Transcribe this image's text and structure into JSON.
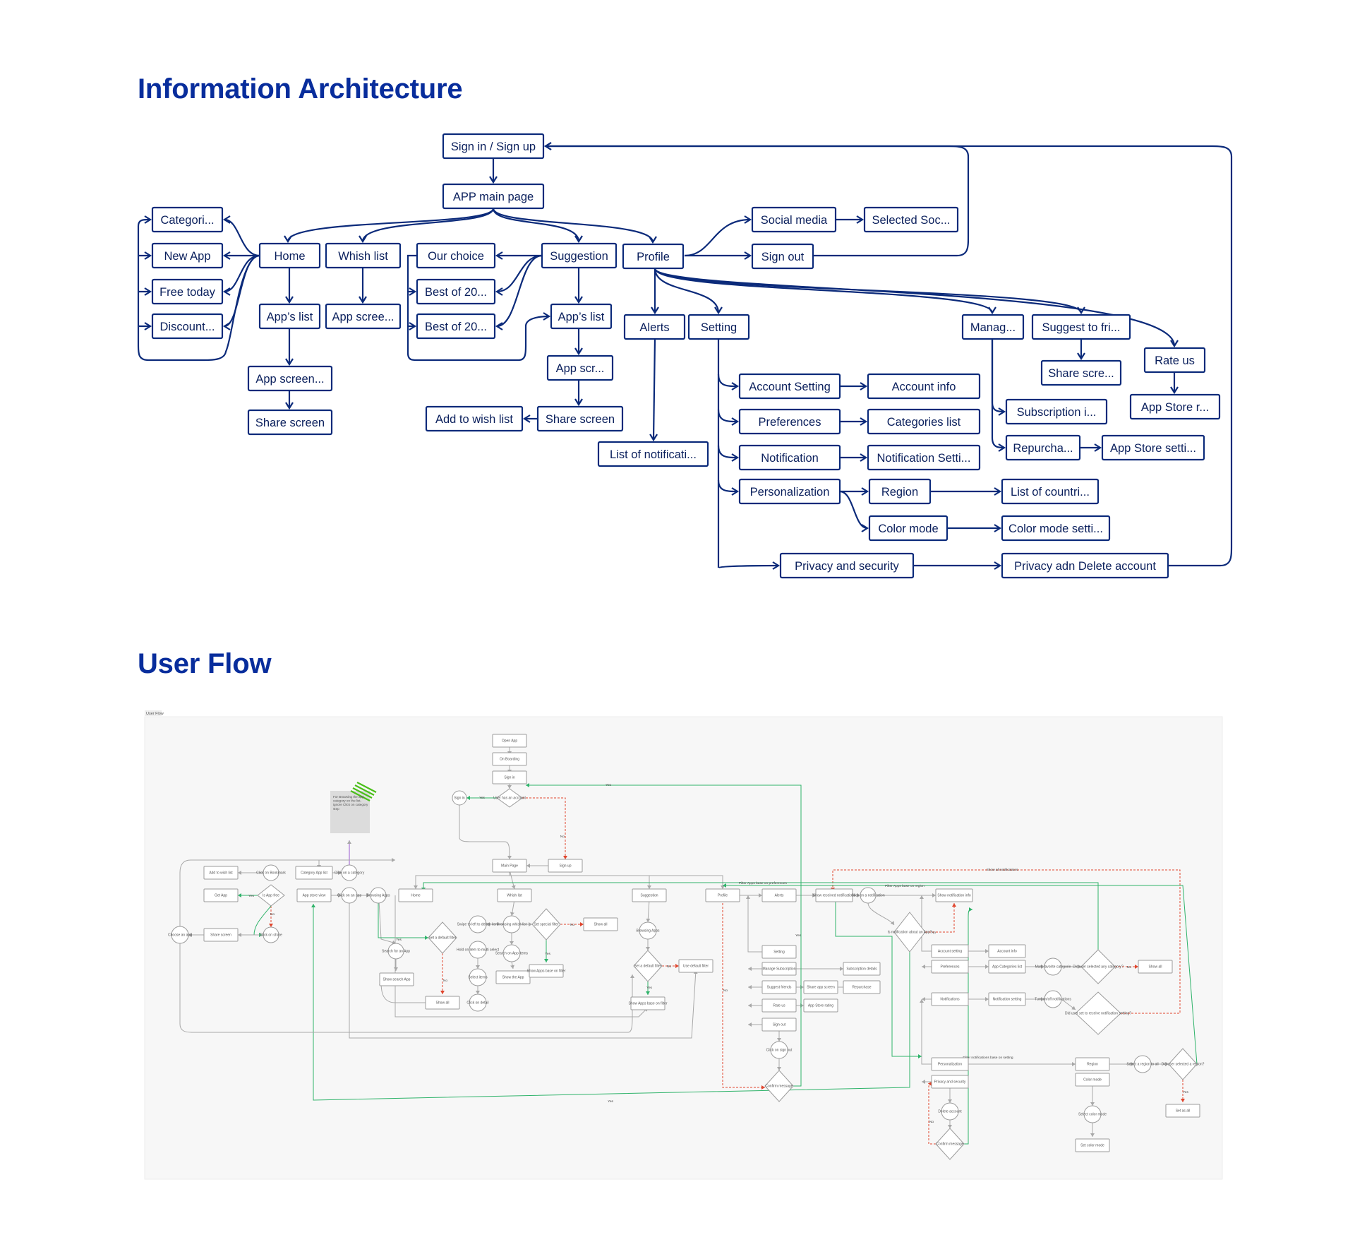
{
  "titles": {
    "ia": "Information Architecture",
    "uf": "User Flow"
  },
  "colors": {
    "title": "#082d9c",
    "ia_stroke": "#0b2a7a",
    "uf_background": "#f7f7f7",
    "uf_green": "#2fb36a",
    "uf_red": "#e0452d",
    "uf_gray": "#a8a8a8",
    "uf_purple": "#9b59d0",
    "sticky_note": "#dcdcdc",
    "sticky_stripes": "#4bbf1a"
  },
  "ia": {
    "nodes": [
      {
        "id": "signin",
        "label": "Sign in / Sign up"
      },
      {
        "id": "main",
        "label": "APP main page"
      },
      {
        "id": "home",
        "label": "Home"
      },
      {
        "id": "wish",
        "label": "Whish list"
      },
      {
        "id": "ourchoice",
        "label": "Our choice"
      },
      {
        "id": "suggestion",
        "label": "Suggestion"
      },
      {
        "id": "profile",
        "label": "Profile"
      },
      {
        "id": "categori",
        "label": "Categori..."
      },
      {
        "id": "newapp",
        "label": "New App"
      },
      {
        "id": "freetoday",
        "label": "Free today"
      },
      {
        "id": "discount",
        "label": "Discount..."
      },
      {
        "id": "appslist1",
        "label": "App’s list"
      },
      {
        "id": "appscree1",
        "label": "App scree..."
      },
      {
        "id": "appscreen2",
        "label": "App screen..."
      },
      {
        "id": "share1",
        "label": "Share screen"
      },
      {
        "id": "best1",
        "label": "Best of 20..."
      },
      {
        "id": "best2",
        "label": "Best of 20..."
      },
      {
        "id": "appslist2",
        "label": "App’s list"
      },
      {
        "id": "appscr3",
        "label": "App scr..."
      },
      {
        "id": "share2",
        "label": "Share screen"
      },
      {
        "id": "addwish",
        "label": "Add to wish list"
      },
      {
        "id": "alerts",
        "label": "Alerts"
      },
      {
        "id": "setting",
        "label": "Setting"
      },
      {
        "id": "notiflist",
        "label": "List of notificati..."
      },
      {
        "id": "social",
        "label": "Social media"
      },
      {
        "id": "selsoc",
        "label": "Selected Soc..."
      },
      {
        "id": "signout",
        "label": "Sign out"
      },
      {
        "id": "manag",
        "label": "Manag..."
      },
      {
        "id": "suggestfri",
        "label": "Suggest to fri..."
      },
      {
        "id": "sharescre",
        "label": "Share scre..."
      },
      {
        "id": "rateus",
        "label": "Rate us"
      },
      {
        "id": "appstorer",
        "label": "App Store r..."
      },
      {
        "id": "subscr",
        "label": "Subscription i..."
      },
      {
        "id": "repurch",
        "label": "Repurcha..."
      },
      {
        "id": "appstoreset",
        "label": "App Store setti..."
      },
      {
        "id": "accset",
        "label": "Account Setting"
      },
      {
        "id": "accinfo",
        "label": "Account info"
      },
      {
        "id": "prefs",
        "label": "Preferences"
      },
      {
        "id": "catlist",
        "label": "Categories list"
      },
      {
        "id": "notif",
        "label": "Notification"
      },
      {
        "id": "notifset",
        "label": "Notification Setti..."
      },
      {
        "id": "personal",
        "label": "Personalization"
      },
      {
        "id": "region",
        "label": "Region"
      },
      {
        "id": "countries",
        "label": "List of countri..."
      },
      {
        "id": "colormode",
        "label": "Color mode"
      },
      {
        "id": "colormodeset",
        "label": "Color mode setti..."
      },
      {
        "id": "privacy",
        "label": "Privacy and security"
      },
      {
        "id": "privdel",
        "label": "Privacy adn Delete account"
      }
    ]
  },
  "uf": {
    "frame_label": "User Flow",
    "sticky_note_text": [
      "For Browsing the app",
      "category on the list,",
      "ignore Click on category",
      "step"
    ],
    "nodes": [
      {
        "id": "open",
        "label": "Open App"
      },
      {
        "id": "onb",
        "label": "On Boarding"
      },
      {
        "id": "signin",
        "label": "Sign in"
      },
      {
        "id": "hasacc",
        "label": "User has an account"
      },
      {
        "id": "signin2",
        "label": "Sign in"
      },
      {
        "id": "signup",
        "label": "Sign up"
      },
      {
        "id": "mainpage",
        "label": "Main Page"
      },
      {
        "id": "home",
        "label": "Home"
      },
      {
        "id": "wishlist",
        "label": "Whish list"
      },
      {
        "id": "suggestion",
        "label": "Suggestion"
      },
      {
        "id": "profile",
        "label": "Profile"
      },
      {
        "id": "alerts",
        "label": "Alerts"
      },
      {
        "id": "shownotif",
        "label": "Show received notifications"
      },
      {
        "id": "clicknotif",
        "label": "Click on a notification"
      },
      {
        "id": "shownotifinfo",
        "label": "Show notification info"
      },
      {
        "id": "isnotif",
        "label": "Is notification about an App?"
      },
      {
        "id": "addwish",
        "label": "Add to wish list"
      },
      {
        "id": "clickbookmark",
        "label": "Click on Bookmark"
      },
      {
        "id": "catapplist",
        "label": "Category App list"
      },
      {
        "id": "clickcat",
        "label": "Click on a category"
      },
      {
        "id": "getapp",
        "label": "Get App"
      },
      {
        "id": "isfree",
        "label": "Is App free"
      },
      {
        "id": "appstoreview",
        "label": "App store view"
      },
      {
        "id": "clickapp",
        "label": "Click on an app"
      },
      {
        "id": "browsing1",
        "label": "Browsing Apps"
      },
      {
        "id": "choosesoc",
        "label": "Choose an app"
      },
      {
        "id": "sharescreen",
        "label": "Share screen"
      },
      {
        "id": "clickshare",
        "label": "Click on share"
      },
      {
        "id": "searchapp",
        "label": "Search for an App"
      },
      {
        "id": "showsearch",
        "label": "Show search App"
      },
      {
        "id": "setdefault1",
        "label": "Set a default filter"
      },
      {
        "id": "showall1",
        "label": "Show all"
      },
      {
        "id": "swipe",
        "label": "Swipe to left to delete item"
      },
      {
        "id": "browsewish",
        "label": "Browsing whish list"
      },
      {
        "id": "hold",
        "label": "Hold on item to multi select"
      },
      {
        "id": "searchwish",
        "label": "Search on App items"
      },
      {
        "id": "selectitems",
        "label": "Select items"
      },
      {
        "id": "clickdelete",
        "label": "Click on detail"
      },
      {
        "id": "showapp",
        "label": "Show the App"
      },
      {
        "id": "setspecial",
        "label": "Set special filter"
      },
      {
        "id": "showall2",
        "label": "Show all"
      },
      {
        "id": "showfilter",
        "label": "Show Apps base on filter"
      },
      {
        "id": "browsing2",
        "label": "Browsing Apps"
      },
      {
        "id": "setdefault2",
        "label": "Set a default filter"
      },
      {
        "id": "usedefault",
        "label": "Use default filter"
      },
      {
        "id": "showfilter2",
        "label": "Show Apps base on filter"
      },
      {
        "id": "setting",
        "label": "Setting"
      },
      {
        "id": "managesub",
        "label": "Manage Subscription"
      },
      {
        "id": "suggestfriends",
        "label": "Suggest friends"
      },
      {
        "id": "rateus",
        "label": "Rate us"
      },
      {
        "id": "signout",
        "label": "Sign out"
      },
      {
        "id": "clicksignout",
        "label": "Click on sign out"
      },
      {
        "id": "confirm1",
        "label": "Confirm message"
      },
      {
        "id": "shareappscreen",
        "label": "Share app screen"
      },
      {
        "id": "appstorerating",
        "label": "App Store rating"
      },
      {
        "id": "subdetails",
        "label": "Subscription details"
      },
      {
        "id": "repurchase",
        "label": "Repurchase"
      },
      {
        "id": "accountsetting",
        "label": "Account setting"
      },
      {
        "id": "accountinfo",
        "label": "Account info"
      },
      {
        "id": "preferences",
        "label": "Preferences"
      },
      {
        "id": "appcatlist",
        "label": "App Categories list"
      },
      {
        "id": "markfav",
        "label": "Mark favorite categorie"
      },
      {
        "id": "didselect",
        "label": "Did user selected any category?"
      },
      {
        "id": "showall3",
        "label": "Show all"
      },
      {
        "id": "notifications",
        "label": "Notifications"
      },
      {
        "id": "notifsetting",
        "label": "Notification setting"
      },
      {
        "id": "turnoff",
        "label": "Turn on/off notifications"
      },
      {
        "id": "didturn",
        "label": "Did user set to receive notification setting?"
      },
      {
        "id": "personalization",
        "label": "Personalization"
      },
      {
        "id": "region",
        "label": "Region"
      },
      {
        "id": "selectregion",
        "label": "Select a region to all"
      },
      {
        "id": "didregion",
        "label": "Did user selected a region?"
      },
      {
        "id": "setasall",
        "label": "Set as all"
      },
      {
        "id": "colormode",
        "label": "Color mode"
      },
      {
        "id": "selectcolor",
        "label": "Select color mode"
      },
      {
        "id": "setcolor",
        "label": "Set color mode"
      },
      {
        "id": "privacy",
        "label": "Privacy and security"
      },
      {
        "id": "deleteacc",
        "label": "Delete account"
      },
      {
        "id": "confirm2",
        "label": "Confirm message"
      }
    ],
    "edge_labels": {
      "yes": "Yes",
      "no": "No",
      "filter_pref": "Filter Apps base on preferences",
      "filter_region": "Filter Apps base on region",
      "show_all_notif": "Show all notifications",
      "filter_notif": "Filter notifications base on setting"
    }
  }
}
